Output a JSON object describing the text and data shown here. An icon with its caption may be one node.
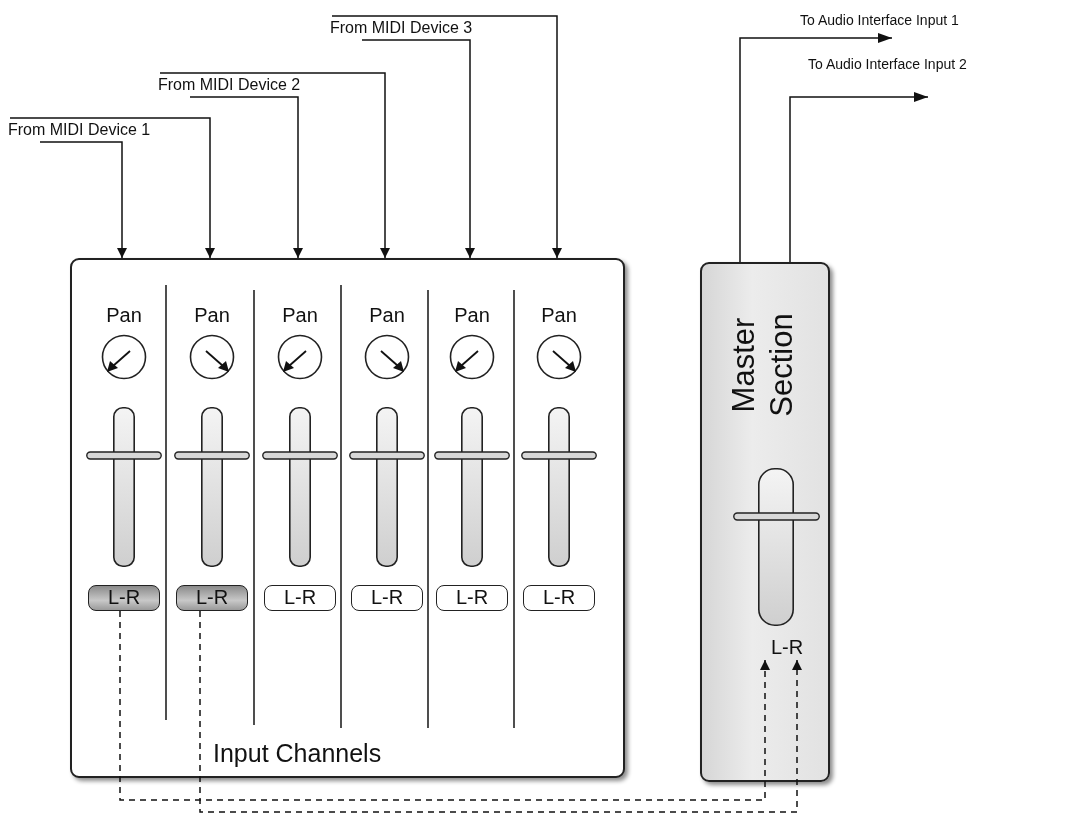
{
  "diagram": {
    "nodes": [
      {
        "text": [
          "From MIDI Device 1"
        ]
      },
      {
        "text": [
          "From MIDI Device 2"
        ]
      },
      {
        "text": [
          "From MIDI Device 3"
        ]
      },
      {
        "text": [
          "Input Channels"
        ]
      },
      {
        "text": [
          "Pan"
        ],
        "in": 3
      },
      {
        "text": [
          "Pan"
        ],
        "in": 3
      },
      {
        "text": [
          "Pan"
        ],
        "in": 3
      },
      {
        "text": [
          "Pan"
        ],
        "in": 3
      },
      {
        "text": [
          "Pan"
        ],
        "in": 3
      },
      {
        "text": [
          "Pan"
        ],
        "in": 3
      },
      {
        "text": [
          "L-R"
        ],
        "in": 3
      },
      {
        "text": [
          "L-R"
        ],
        "in": 3
      },
      {
        "text": [
          "L-R"
        ],
        "in": 3
      },
      {
        "text": [
          "L-R"
        ],
        "in": 3
      },
      {
        "text": [
          "L-R"
        ],
        "in": 3
      },
      {
        "text": [
          "L-R"
        ],
        "in": 3
      },
      {
        "text": [
          "Master Section"
        ]
      },
      {
        "text": [
          "L-R"
        ],
        "in": 16
      }
    ],
    "edges": [
      {
        "from": 0,
        "to": 4,
        "arrow": "to"
      },
      {
        "from": 0,
        "to": 5,
        "arrow": "to"
      },
      {
        "from": 1,
        "to": 6,
        "arrow": "to"
      },
      {
        "from": 1,
        "to": 7,
        "arrow": "to"
      },
      {
        "from": 2,
        "to": 8,
        "arrow": "to"
      },
      {
        "from": 2,
        "to": 9,
        "arrow": "to"
      },
      {
        "from": 16,
        "to": null,
        "arrow": "to",
        "label": "To Audio Interface Input 1"
      },
      {
        "from": 16,
        "to": null,
        "arrow": "to",
        "label": "To Audio Interface Input 2"
      },
      {
        "from": 10,
        "to": 17,
        "arrow": "to",
        "style": "dashed"
      },
      {
        "from": 11,
        "to": 17,
        "arrow": "to",
        "style": "dashed"
      }
    ]
  }
}
